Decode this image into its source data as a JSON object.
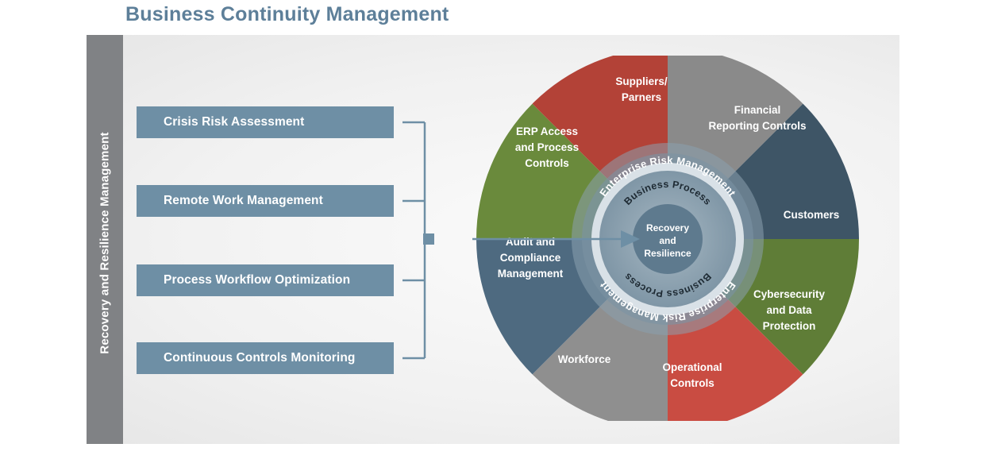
{
  "title": "Business Continuity Management",
  "side_label": "Recovery and Resilience Management",
  "boxes": [
    "Crisis Risk Assessment",
    "Remote Work Management",
    "Process Workflow Optimization",
    "Continuous Controls Monitoring"
  ],
  "wheel": {
    "segments": [
      {
        "lines": [
          "Suppliers/",
          "Parners"
        ],
        "color": "#8a8a8a"
      },
      {
        "lines": [
          "Financial",
          "Reporting Controls"
        ],
        "color": "#3e5566"
      },
      {
        "lines": [
          "Customers"
        ],
        "color": "#5f7d37"
      },
      {
        "lines": [
          "Cybersecurity",
          "and Data",
          "Protection"
        ],
        "color": "#c94c42"
      },
      {
        "lines": [
          "Operational",
          "Controls"
        ],
        "color": "#8f8f8f"
      },
      {
        "lines": [
          "Workforce"
        ],
        "color": "#4e6a80"
      },
      {
        "lines": [
          "Audit and",
          "Compliance",
          "Management"
        ],
        "color": "#6a8a3c"
      },
      {
        "lines": [
          "ERP Access",
          "and Process",
          "Controls"
        ],
        "color": "#b34237"
      }
    ],
    "outer_ring": "Enterprise Risk Management",
    "inner_ring": "Business Process",
    "core": [
      "Recovery",
      "and",
      "Resilience"
    ]
  },
  "colors": {
    "title": "#5d7f99",
    "box": "#6e8fa5",
    "connector": "#6e8fa5",
    "side_bar": "#808285"
  }
}
